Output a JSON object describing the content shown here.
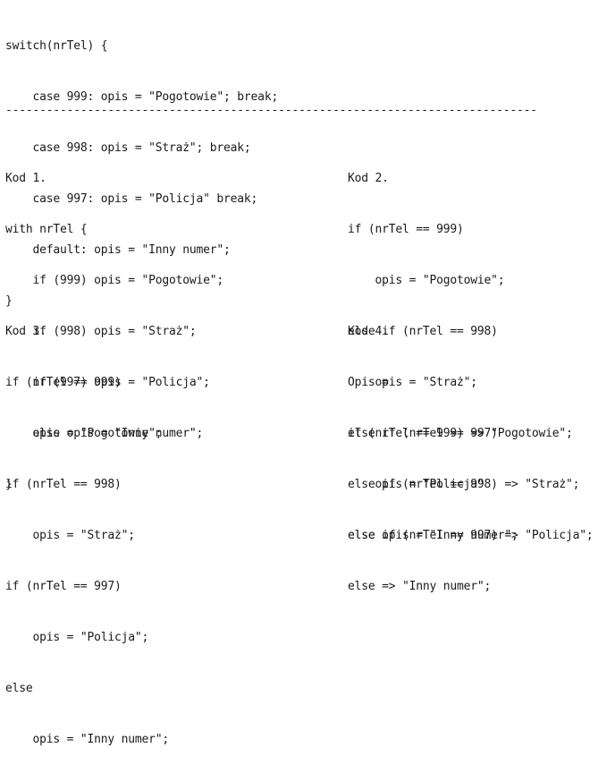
{
  "switch_code": {
    "lines": [
      "switch(nrTel) {",
      "    case 999: opis = \"Pogotowie\"; break;",
      "    case 998: opis = \"Straż\"; break;",
      "    case 997: opis = \"Policja\" break;",
      "    default: opis = \"Inny numer\";",
      "}"
    ]
  },
  "divider": "------------------------------------------------------------------------------",
  "kod1": {
    "lines": [
      "Kod 1.",
      "with nrTel {",
      "    if (999) opis = \"Pogotowie\";",
      "    if (998) opis = \"Straż\";",
      "    if (997) opis = \"Policja\";",
      "    else opis = \"Inny numer\";",
      "}"
    ]
  },
  "kod2": {
    "lines": [
      "Kod 2.",
      "if (nrTel == 999)",
      "    opis = \"Pogotowie\";",
      "else if (nrTel == 998)",
      "    opis = \"Straż\";",
      "else if (nrTel == 997)",
      "    opis = \"Policja\"",
      "else opis = \"Inny numer\";"
    ]
  },
  "kod3": {
    "lines": [
      "Kod 3.",
      "if (nrTel == 999)",
      "    opis = \"Pogotowie\";",
      "if (nrTel == 998)",
      "    opis = \"Straż\";",
      "if (nrTel == 997)",
      "    opis = \"Policja\";",
      "else",
      "    opis = \"Inny numer\";"
    ]
  },
  "kod4": {
    "lines": [
      "Kod 4.",
      "Opis =",
      "if (nrTel == 999) => \"Pogotowie\";",
      "else if (nrTel == 998) => \"Straż\";",
      "else if (nrTel == 997) => \"Policja\";",
      "else => \"Inny numer\";"
    ]
  }
}
